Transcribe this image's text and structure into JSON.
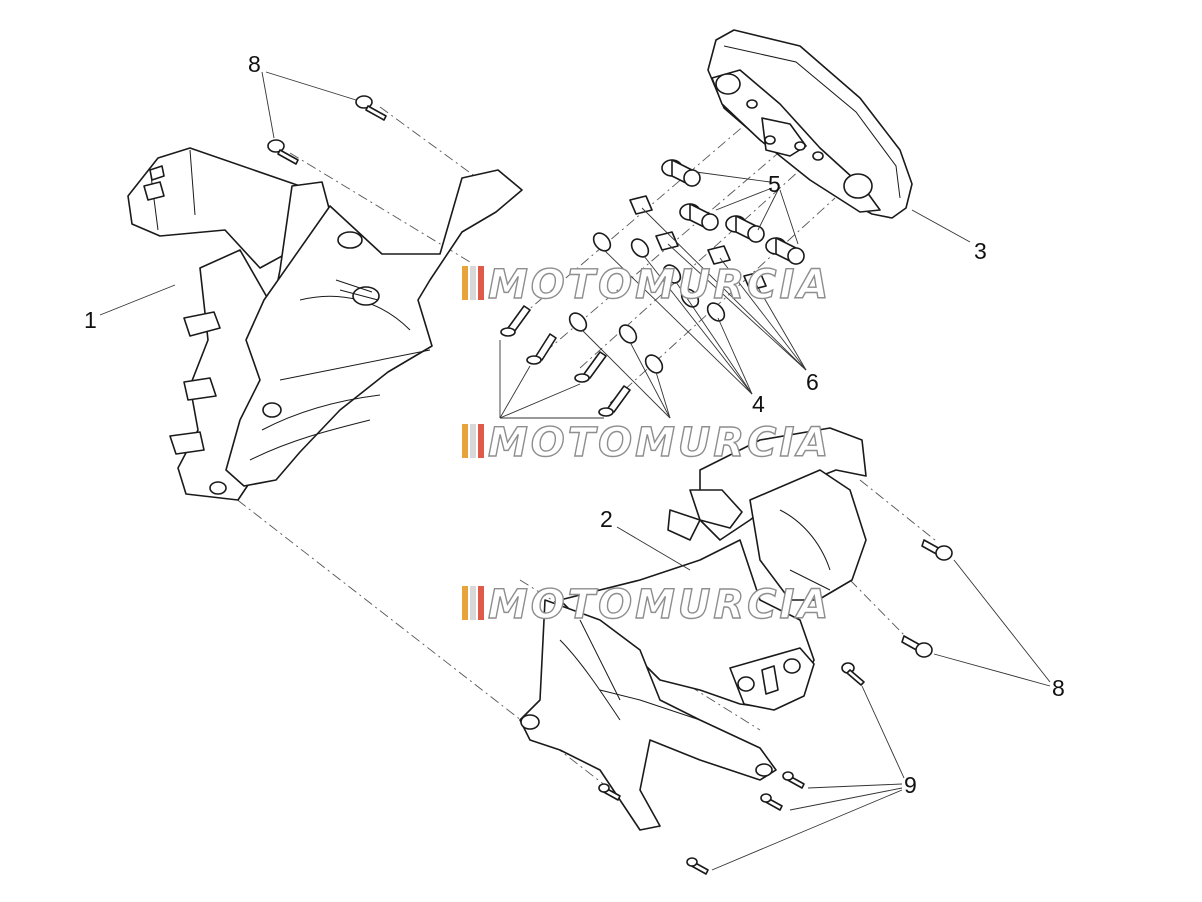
{
  "callouts": {
    "c1": "1",
    "c2": "2",
    "c3": "3",
    "c4": "4",
    "c5": "5",
    "c6": "6",
    "c8_top": "8",
    "c8_right": "8",
    "c9": "9"
  },
  "watermark": {
    "text": "MOTOMURCIA",
    "stripe_colors": [
      "#e8a33a",
      "#d8d8d8",
      "#e05a4a"
    ]
  },
  "colors": {
    "line": "#1a1a1a",
    "background": "#ffffff"
  }
}
